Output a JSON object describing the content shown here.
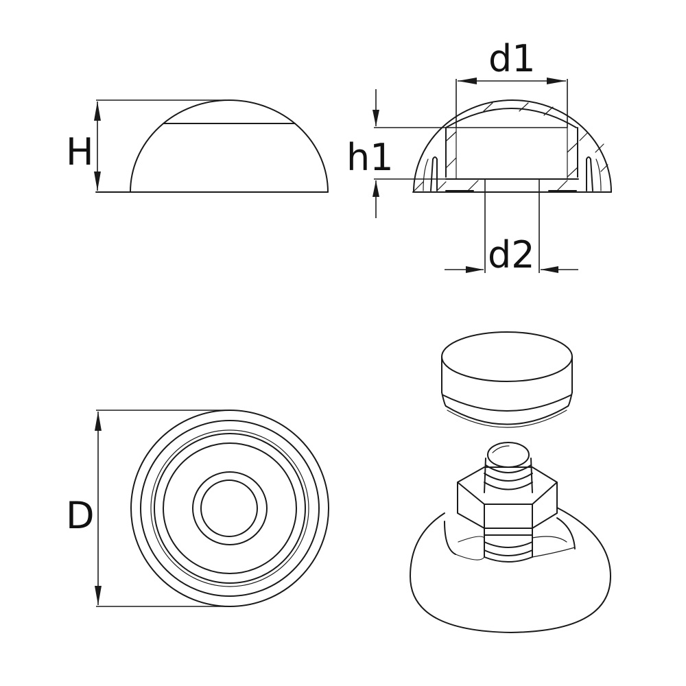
{
  "drawing": {
    "subject": "dome cap with leveling bolt",
    "views": [
      {
        "id": "side-view",
        "dimension_label": "H"
      },
      {
        "id": "section-view",
        "dimension_labels": [
          "d1",
          "h1",
          "d2"
        ]
      },
      {
        "id": "top-view",
        "dimension_label": "D"
      },
      {
        "id": "isometric-exploded-view"
      }
    ]
  },
  "labels": {
    "H": "H",
    "d1": "d1",
    "h1": "h1",
    "d2": "d2",
    "D": "D"
  },
  "colors": {
    "line": "#1a1a1a",
    "background": "#ffffff"
  }
}
